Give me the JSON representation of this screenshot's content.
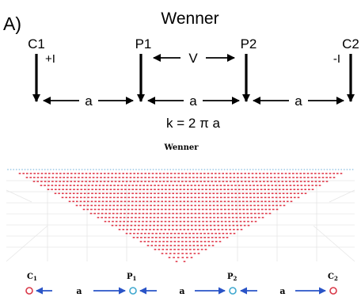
{
  "top": {
    "panel_label": "A)",
    "title": "Wenner",
    "c1": "C1",
    "c1_current": "+I",
    "p1": "P1",
    "v": "V",
    "p2": "P2",
    "c2": "C2",
    "c2_current": "-I",
    "spacing": [
      "a",
      "a",
      "a"
    ],
    "formula": "k = 2 π a"
  },
  "bottom": {
    "title": "Wenner",
    "electrodes": [
      {
        "base": "C",
        "sub": "1"
      },
      {
        "base": "P",
        "sub": "1"
      },
      {
        "base": "P",
        "sub": "2"
      },
      {
        "base": "C",
        "sub": "2"
      }
    ],
    "spacing": [
      "a",
      "a",
      "a"
    ],
    "colors": {
      "data_points": "#e0394a",
      "surface_dots": "#9cc8e6",
      "grid": "#e6e6e6",
      "arrows": "#2a54c7",
      "current_electrode": "#d93848",
      "potential_electrode": "#3fa8cf"
    }
  }
}
